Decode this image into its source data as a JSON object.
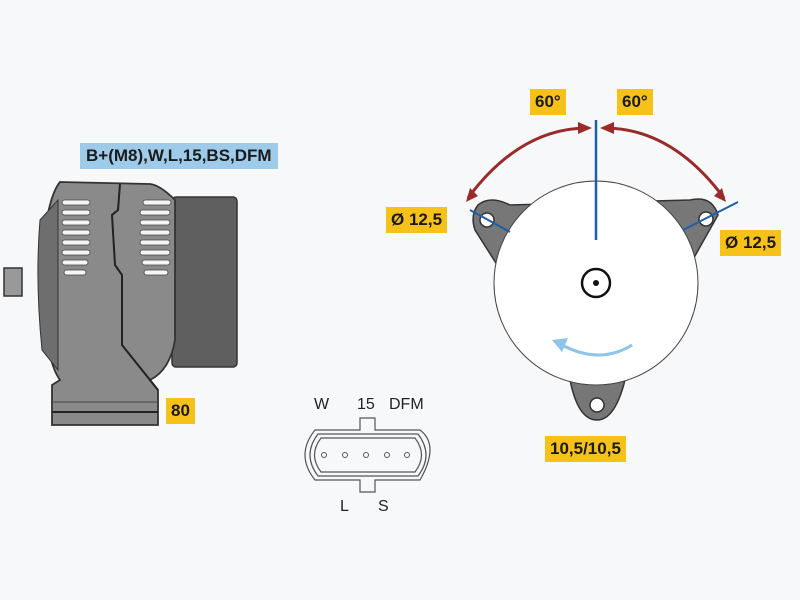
{
  "terminals_label": "B+(M8),W,L,15,BS,DFM",
  "side_view": {
    "length_label": "80"
  },
  "front_view": {
    "angle_left": "60°",
    "angle_right": "60°",
    "hole_left": "Ø 12,5",
    "hole_right": "Ø 12,5",
    "bottom_hole": "10,5/10,5"
  },
  "connector": {
    "pins_top": [
      "W",
      "15",
      "DFM"
    ],
    "pins_bottom": [
      "L",
      "S"
    ]
  },
  "colors": {
    "label_yellow": "#f6c21a",
    "label_blue": "#9fcbea",
    "arc_red": "#9b2a2a",
    "axis_blue": "#1f5ea8",
    "rotation_arrow": "#8cc4ea",
    "housing_gray": "#8a8a8a"
  }
}
